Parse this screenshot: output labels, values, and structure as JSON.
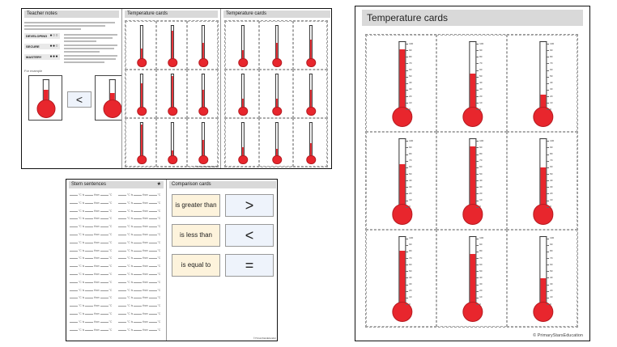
{
  "sheets": {
    "top_left": {
      "teacher_notes": {
        "title": "Teacher notes",
        "levels": [
          {
            "label": "DEVELOPING",
            "dots": "●○○"
          },
          {
            "label": "SECURE",
            "dots": "●●○"
          },
          {
            "label": "MASTERY",
            "dots": "●●●"
          }
        ],
        "example_label": "For example",
        "example_symbol": "<"
      },
      "temp_cards_1": {
        "title": "Temperature cards"
      },
      "temp_cards_2": {
        "title": "Temperature cards"
      }
    },
    "bottom": {
      "stem": {
        "title": "Stem sentences",
        "star": "★",
        "row_word_a": "°C is",
        "row_word_b": "than",
        "row_unit": "°C"
      },
      "comparison": {
        "title": "Comparison cards",
        "words": [
          "is greater than",
          "is less than",
          "is equal to"
        ],
        "symbols": [
          ">",
          "<",
          "="
        ]
      }
    },
    "right": {
      "title": "Temperature cards",
      "copyright": "© PrimaryStarsEducation"
    }
  },
  "thermo_levels": {
    "page1": [
      0.35,
      0.85,
      0.5,
      0.75,
      0.95,
      0.55,
      0.95,
      0.2,
      0.5
    ],
    "page2": [
      0.3,
      0.5,
      0.6,
      0.3,
      0.3,
      0.55,
      0.3,
      0.25,
      0.4
    ],
    "right": [
      0.9,
      0.55,
      0.25,
      0.65,
      0.9,
      0.6,
      0.8,
      0.75,
      0.4
    ]
  },
  "ticks": [
    "100",
    "90",
    "80",
    "70",
    "60",
    "50",
    "40",
    "30",
    "20",
    "10",
    "0"
  ]
}
